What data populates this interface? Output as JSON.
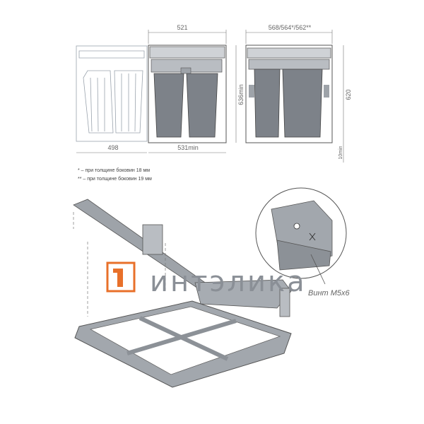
{
  "dimensions": {
    "top_width_center": "521",
    "top_width_right": "568/564*/562**",
    "height_center": "636min",
    "height_right": "620",
    "bottom_left": "498",
    "bottom_center": "531min",
    "bottom_right_gap": "10min"
  },
  "notes": {
    "note_1": "* – при толщине боковин 18 мм",
    "note_2": "** – при толщине боковин 19 мм"
  },
  "callout": {
    "screw_label": "Винт M5x6"
  },
  "brand": {
    "name": "интэлика",
    "logo_color": "#e8702a",
    "watermark_color": "#c9dff0"
  },
  "colors": {
    "bin_dark": "#7d8289",
    "frame_gray": "#9ea3a9",
    "line": "#444444"
  }
}
